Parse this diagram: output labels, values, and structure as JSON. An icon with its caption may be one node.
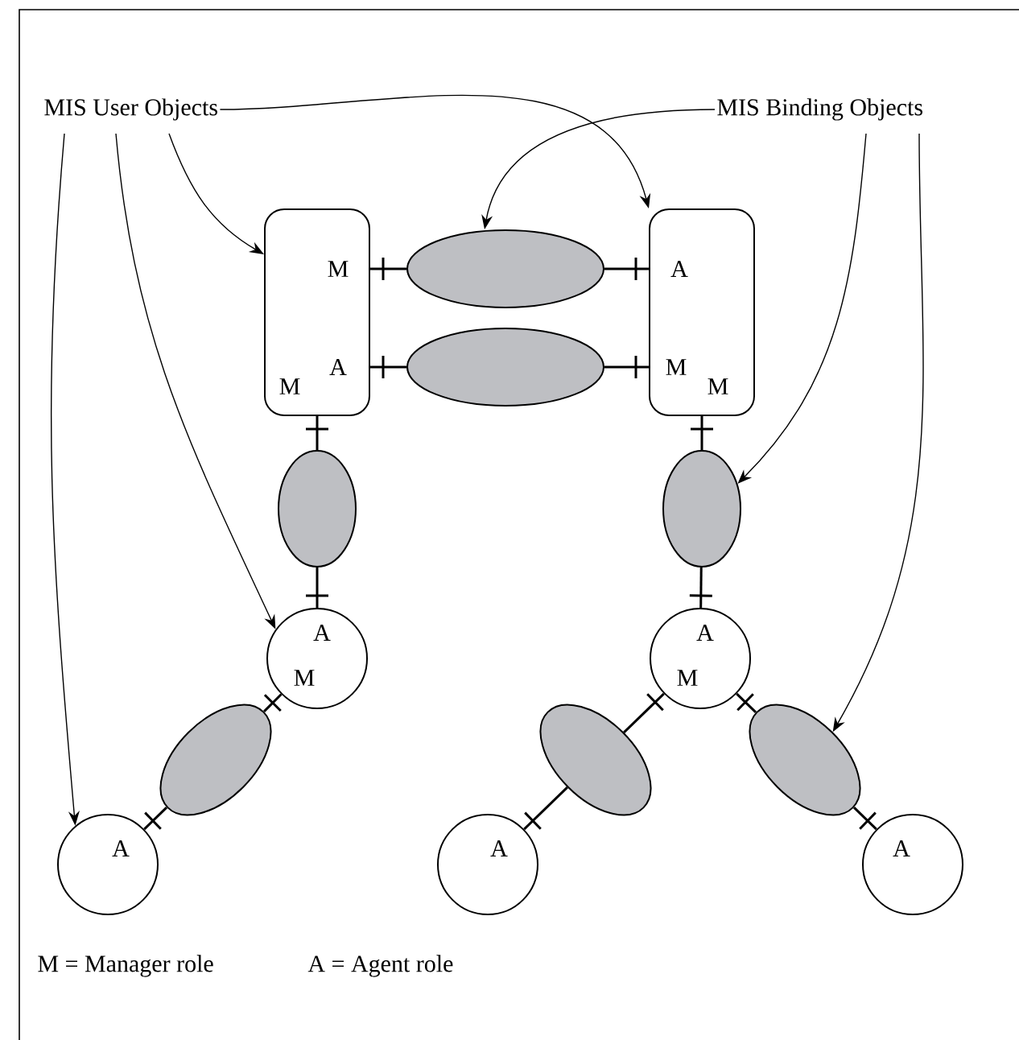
{
  "diagram": {
    "nodes": [
      {
        "text": [
          "MIS User Objects"
        ]
      },
      {
        "text": [
          "MIS Binding Objects"
        ]
      },
      {
        "text": [
          "M",
          "A",
          "M"
        ]
      },
      {
        "text": [
          "A",
          "M",
          "M"
        ]
      },
      {
        "text": [],
        "shape": "ellipse"
      },
      {
        "text": [],
        "shape": "ellipse"
      },
      {
        "text": [],
        "shape": "ellipse"
      },
      {
        "text": [],
        "shape": "ellipse"
      },
      {
        "text": [
          "A",
          "M"
        ]
      },
      {
        "text": [
          "A",
          "M"
        ]
      },
      {
        "text": [],
        "shape": "ellipse"
      },
      {
        "text": [
          "A"
        ]
      },
      {
        "text": [],
        "shape": "ellipse"
      },
      {
        "text": [],
        "shape": "ellipse"
      },
      {
        "text": [
          "A"
        ]
      },
      {
        "text": [
          "A"
        ]
      }
    ],
    "edges": [
      {
        "from": 2,
        "to": 4,
        "arrow": "none"
      },
      {
        "from": 3,
        "to": 4,
        "arrow": "none"
      },
      {
        "from": 2,
        "to": 5,
        "arrow": "none"
      },
      {
        "from": 3,
        "to": 5,
        "arrow": "none"
      },
      {
        "from": 2,
        "to": 6,
        "arrow": "none"
      },
      {
        "from": 8,
        "to": 6,
        "arrow": "none"
      },
      {
        "from": 3,
        "to": 7,
        "arrow": "none"
      },
      {
        "from": 9,
        "to": 7,
        "arrow": "none"
      },
      {
        "from": 8,
        "to": 10,
        "arrow": "none"
      },
      {
        "from": 11,
        "to": 10,
        "arrow": "none"
      },
      {
        "from": 9,
        "to": 12,
        "arrow": "none"
      },
      {
        "from": 14,
        "to": 12,
        "arrow": "none"
      },
      {
        "from": 9,
        "to": 13,
        "arrow": "none"
      },
      {
        "from": 15,
        "to": 13,
        "arrow": "none"
      },
      {
        "from": 0,
        "to": 11,
        "arrow": "to"
      },
      {
        "from": 0,
        "to": 8,
        "arrow": "to"
      },
      {
        "from": 0,
        "to": 2,
        "arrow": "to"
      },
      {
        "from": 0,
        "to": 3,
        "arrow": "to"
      },
      {
        "from": 1,
        "to": 4,
        "arrow": "to"
      },
      {
        "from": 1,
        "to": 7,
        "arrow": "to"
      },
      {
        "from": 1,
        "to": 13,
        "arrow": "to"
      }
    ],
    "labels": [
      "M = Manager role",
      "A = Agent role"
    ]
  }
}
